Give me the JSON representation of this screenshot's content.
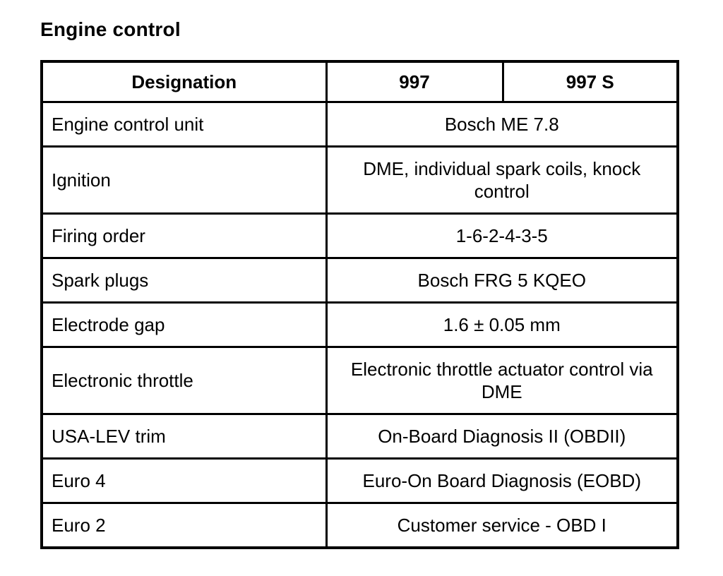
{
  "page_title": "Engine control",
  "table": {
    "headers": [
      "Designation",
      "997",
      "997 S"
    ],
    "rows": [
      {
        "designation": "Engine control unit",
        "value": "Bosch ME 7.8"
      },
      {
        "designation": "Ignition",
        "value": "DME, individual spark coils, knock control"
      },
      {
        "designation": "Firing order",
        "value": "1-6-2-4-3-5"
      },
      {
        "designation": "Spark plugs",
        "value": "Bosch FRG 5 KQEO"
      },
      {
        "designation": "Electrode gap",
        "value": "1.6 ± 0.05 mm"
      },
      {
        "designation": "Electronic throttle",
        "value": "Electronic throttle actuator control via DME"
      },
      {
        "designation": "USA-LEV trim",
        "value": "On-Board Diagnosis II (OBDII)"
      },
      {
        "designation": "Euro 4",
        "value": "Euro-On Board Diagnosis (EOBD)"
      },
      {
        "designation": "Euro 2",
        "value": "Customer service - OBD I"
      }
    ]
  },
  "colors": {
    "text": "#000000",
    "border": "#000000",
    "background": "#ffffff"
  }
}
